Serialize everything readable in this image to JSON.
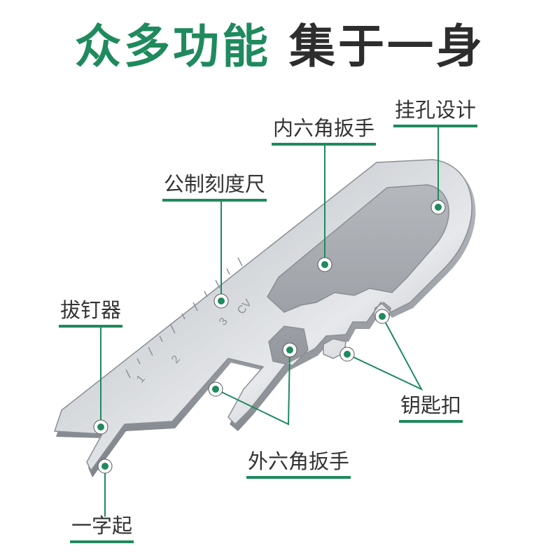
{
  "headline": {
    "part1": "众多功能",
    "part2": "集于一身",
    "part1_color": "#1f8a5d",
    "part2_color": "#2d2d2d"
  },
  "accent_color": "#1f8a5d",
  "labels": {
    "hanging_hole": "挂孔设计",
    "hex_inner_wrench": "内六角扳手",
    "metric_ruler": "公制刻度尺",
    "nail_puller": "拔钉器",
    "keychain": "钥匙扣",
    "hex_outer_wrench": "外六角扳手",
    "flat_screwdriver": "一字起"
  },
  "tool_markings": {
    "ruler_numbers": [
      "1",
      "2",
      "3"
    ],
    "material": "CV"
  }
}
